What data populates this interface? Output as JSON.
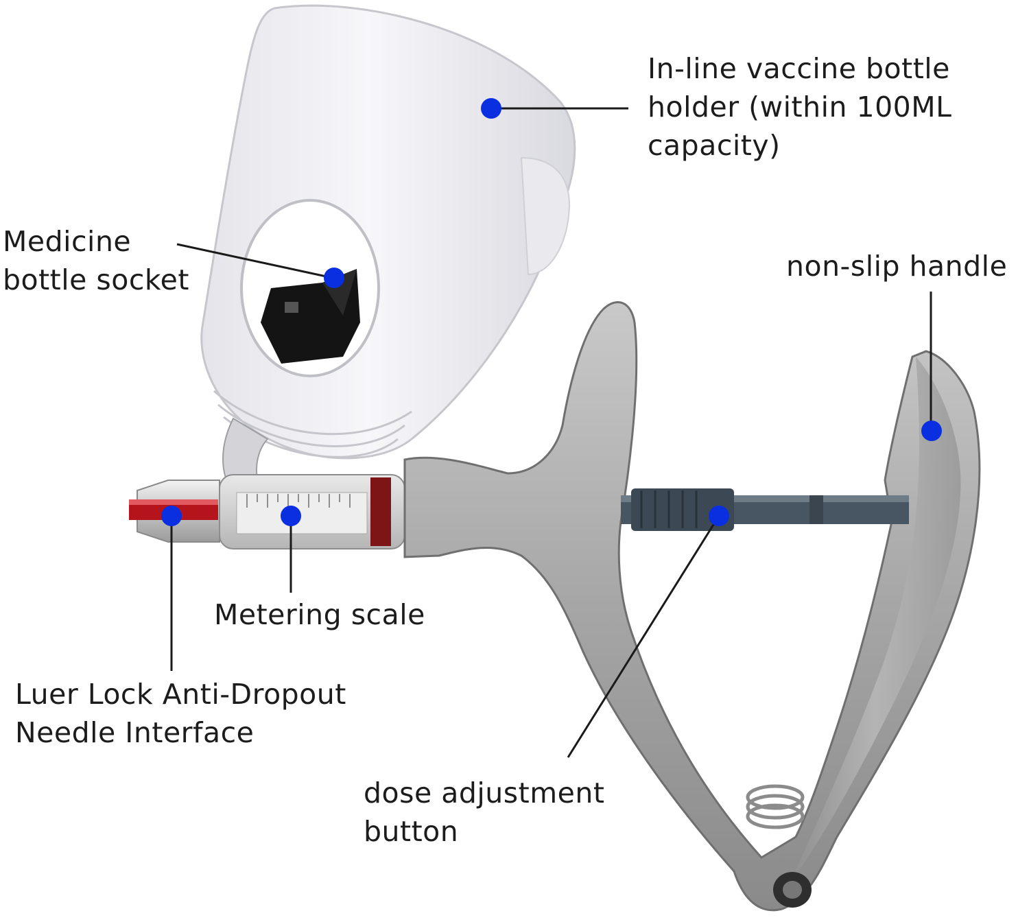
{
  "diagram": {
    "subject": "veterinary continuous syringe",
    "marker_color": "#0a2fe0",
    "line_color": "#1a1a1a",
    "callouts": [
      {
        "id": "bottle-holder",
        "lines": [
          "In-line vaccine bottle",
          "holder (within 100ML",
          "capacity)"
        ]
      },
      {
        "id": "bottle-socket",
        "lines": [
          "Medicine",
          "bottle socket"
        ]
      },
      {
        "id": "handle",
        "lines": [
          "non-slip handle"
        ]
      },
      {
        "id": "metering-scale",
        "lines": [
          "Metering scale"
        ]
      },
      {
        "id": "luer-lock",
        "lines": [
          "Luer Lock Anti-Dropout",
          "Needle Interface"
        ]
      },
      {
        "id": "dose-button",
        "lines": [
          "dose adjustment",
          "button"
        ]
      }
    ]
  }
}
